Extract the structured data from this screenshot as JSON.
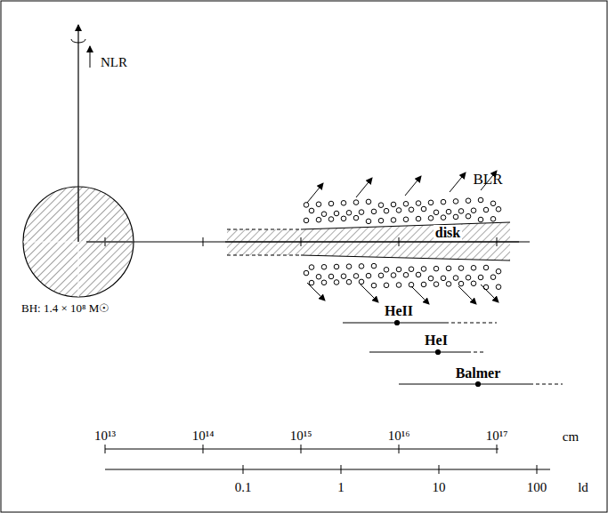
{
  "diagram": {
    "nodes": [
      {
        "text": [
          "BH: 1.4 × 10⁸ M☉"
        ]
      },
      {
        "text": [
          "disk"
        ]
      }
    ],
    "labels": [
      "NLR",
      "BLR",
      "HeII",
      "HeI",
      "Balmer",
      "10¹³",
      "10¹⁴",
      "10¹⁵",
      "10¹⁶",
      "10¹⁷",
      "cm",
      "0.1",
      "1",
      "10",
      "100",
      "ld"
    ]
  }
}
